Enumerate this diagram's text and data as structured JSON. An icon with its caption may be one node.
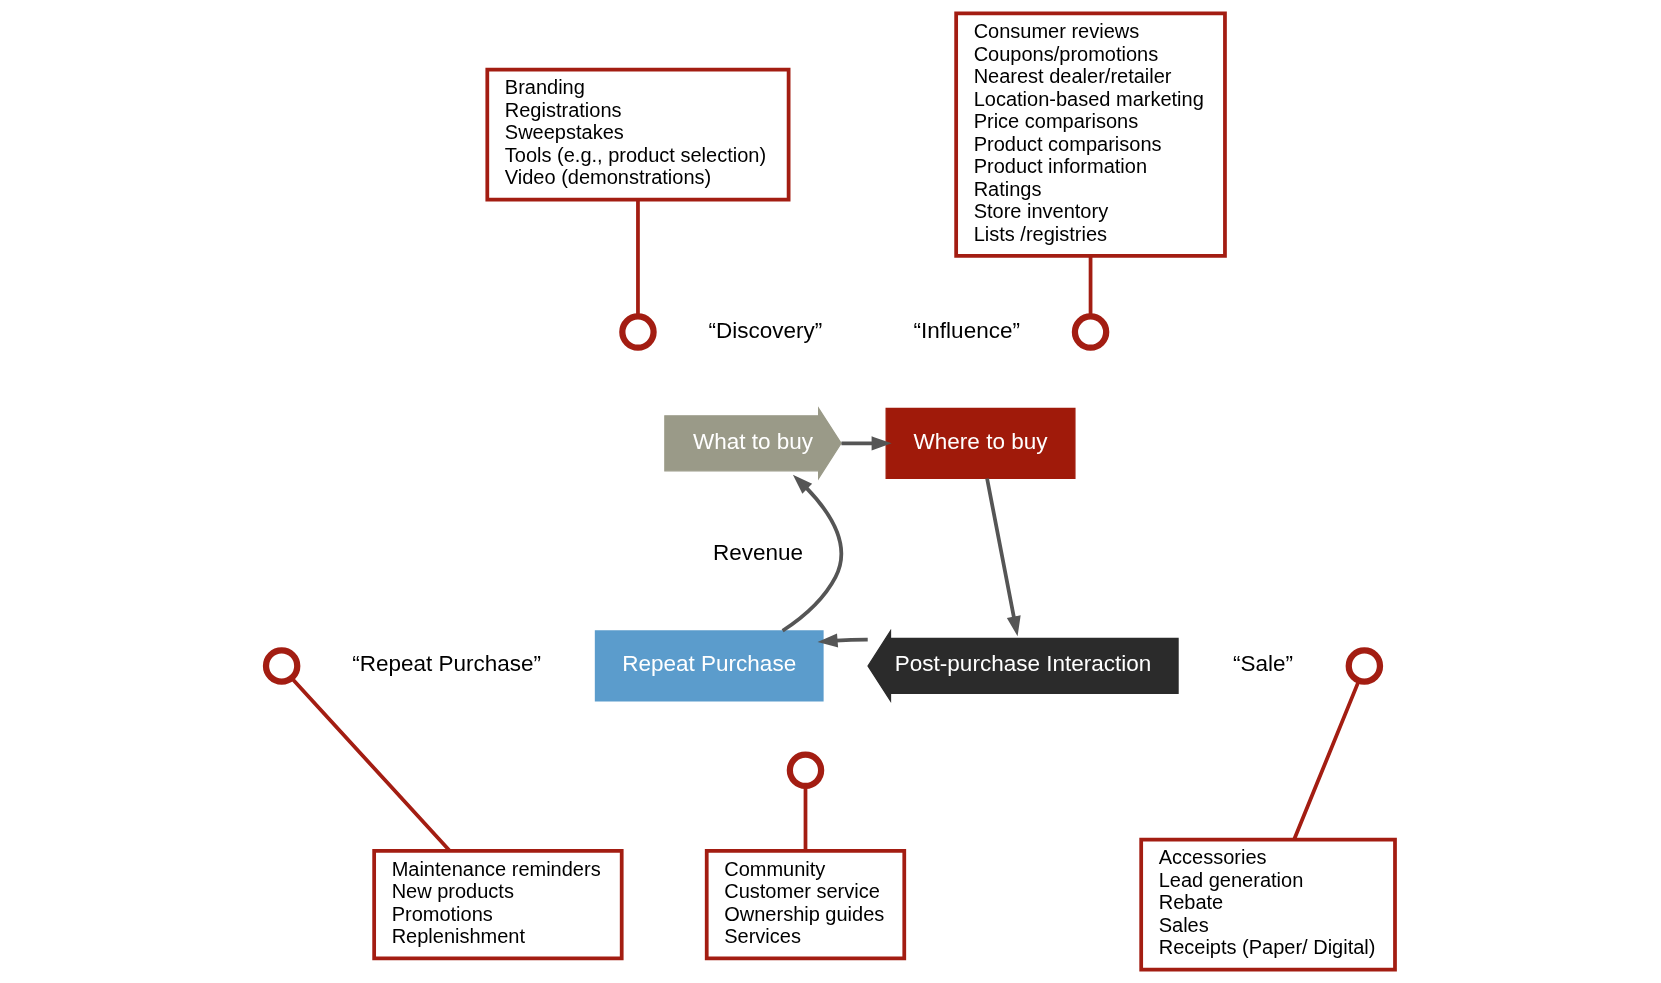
{
  "diagram": {
    "nodes": [
      {
        "text": [
          "Branding",
          "Registrations",
          "Sweepstakes",
          "Tools (e.g., product selection)",
          "Video (demonstrations)"
        ]
      },
      {
        "text": [
          "Consumer reviews",
          "Coupons/promotions",
          "Nearest dealer/retailer",
          "Location-based marketing",
          "Price comparisons",
          "Product comparisons",
          "Product information",
          "Ratings",
          "Store inventory",
          "Lists /registries"
        ]
      },
      {
        "text": [],
        "shape": "circle"
      },
      {
        "text": [],
        "shape": "circle"
      },
      {
        "text": [
          "What to buy"
        ],
        "beside": [
          "“Discovery”"
        ]
      },
      {
        "text": [
          "Where to buy"
        ],
        "beside": [
          "“Influence”"
        ]
      },
      {
        "text": [],
        "shape": "circle"
      },
      {
        "text": [
          "Repeat Purchase"
        ],
        "beside": [
          "“Repeat Purchase”"
        ]
      },
      {
        "text": [
          "Post-purchase Interaction"
        ],
        "beside": [
          "“Sale”"
        ]
      },
      {
        "text": [],
        "shape": "circle"
      },
      {
        "text": [],
        "shape": "circle"
      },
      {
        "text": [
          "Maintenance reminders",
          "New products",
          "Promotions",
          "Replenishment"
        ]
      },
      {
        "text": [
          "Community",
          "Customer service",
          "Ownership guides",
          "Services"
        ]
      },
      {
        "text": [
          "Accessories",
          "Lead generation",
          "Rebate",
          "Sales",
          "Receipts (Paper/ Digital)"
        ]
      }
    ],
    "edges": [
      {
        "from": 0,
        "to": 2,
        "arrow": "none"
      },
      {
        "from": 3,
        "to": 1,
        "arrow": "none"
      },
      {
        "from": 4,
        "to": 5,
        "arrow": "to"
      },
      {
        "from": 5,
        "to": 8,
        "arrow": "to"
      },
      {
        "from": 8,
        "to": 7,
        "arrow": "to"
      },
      {
        "from": 7,
        "to": 4,
        "arrow": "to"
      },
      {
        "from": 6,
        "to": 11,
        "arrow": "none"
      },
      {
        "from": 9,
        "to": 13,
        "arrow": "none"
      },
      {
        "from": 10,
        "to": 12,
        "arrow": "none"
      }
    ],
    "labels": [
      "Revenue"
    ]
  }
}
